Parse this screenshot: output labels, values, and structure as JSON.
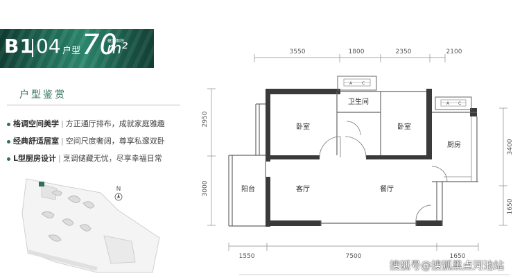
{
  "header": {
    "code": "B1",
    "number": "04",
    "type_label": "户型",
    "area": "70",
    "unit": "m²",
    "note": "建筑面积"
  },
  "section_title": "户型鉴赏",
  "features": [
    {
      "title": "格调空间美学",
      "desc": "方正通厅排布，成就家庭雅趣"
    },
    {
      "title": "经典舒适居室",
      "desc": "空间尺度奢阔，尊享私邃双卧"
    },
    {
      "title": "L型厨房设计",
      "desc": "烹调储藏无忧，尽享幸福日常"
    }
  ],
  "compass": "N",
  "rooms": {
    "bedroom_left": "卧室",
    "bathroom": "卫生间",
    "bedroom_right": "卧室",
    "kitchen": "厨房",
    "balcony": "阳台",
    "living": "客厅",
    "dining": "餐厅"
  },
  "ac_labels": [
    "A",
    "C",
    "A",
    "C"
  ],
  "dimensions": {
    "top": [
      "3550",
      "1800",
      "2350",
      "2100"
    ],
    "bottom": [
      "1550",
      "7500",
      "1650"
    ],
    "left": [
      "2950",
      "3000"
    ],
    "right": [
      "3400",
      "1650"
    ]
  },
  "watermark": "搜狐号@搜狐黑点河池站"
}
